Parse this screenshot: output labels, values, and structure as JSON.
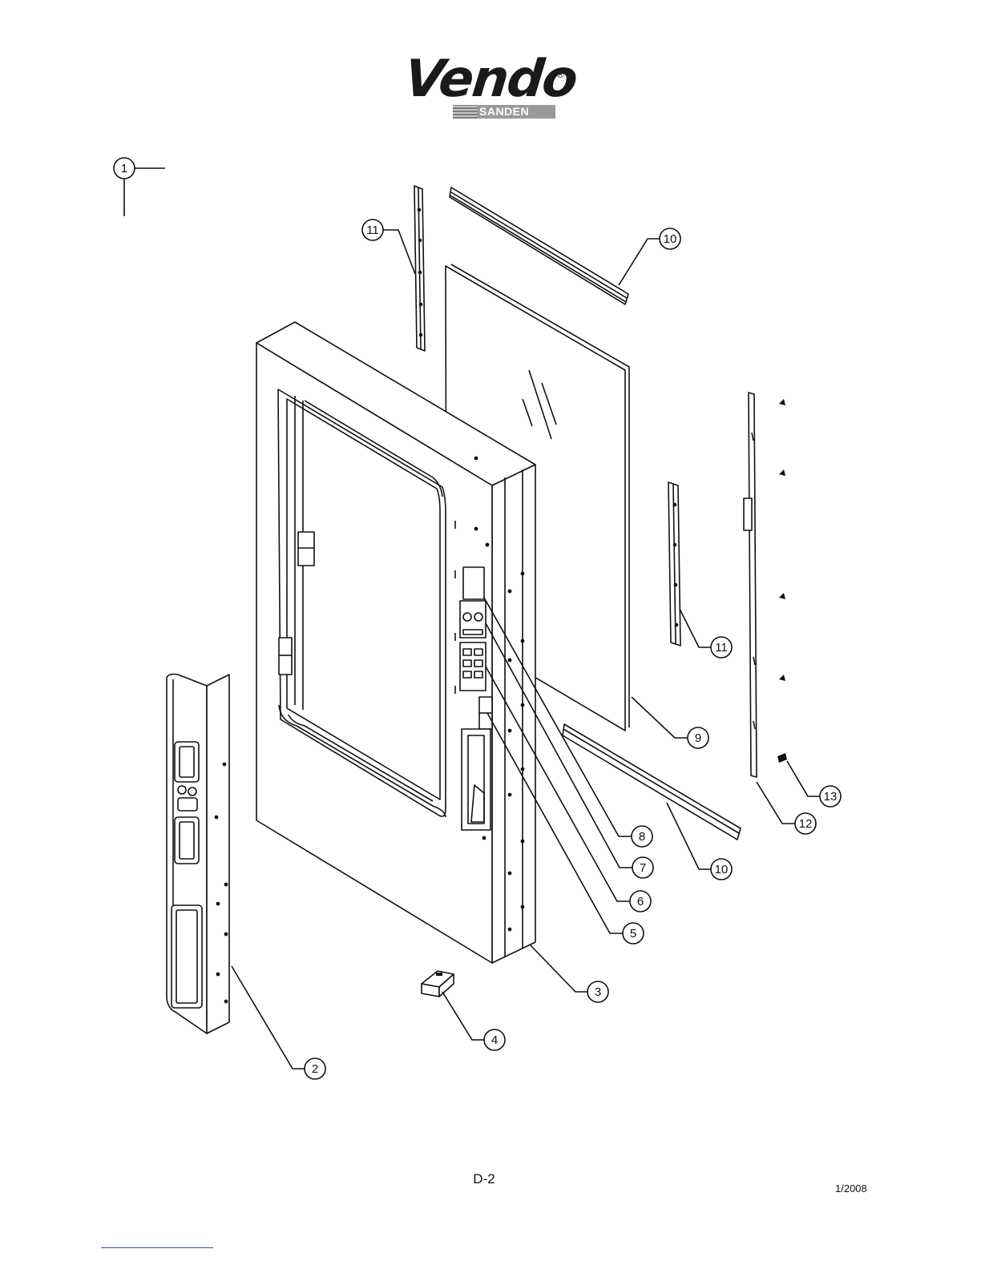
{
  "brand": {
    "name": "Vendo",
    "registered_mark": "®",
    "sub_brand": "SANDEN",
    "bar_color": "#9a9a9a"
  },
  "callouts": {
    "c1": "1",
    "c2": "2",
    "c3": "3",
    "c4": "4",
    "c5": "5",
    "c6": "6",
    "c7": "7",
    "c8": "8",
    "c9": "9",
    "c10a": "10",
    "c10b": "10",
    "c11a": "11",
    "c11b": "11",
    "c12": "12",
    "c13": "13"
  },
  "footer": {
    "page": "D-2",
    "date": "1/2008"
  }
}
